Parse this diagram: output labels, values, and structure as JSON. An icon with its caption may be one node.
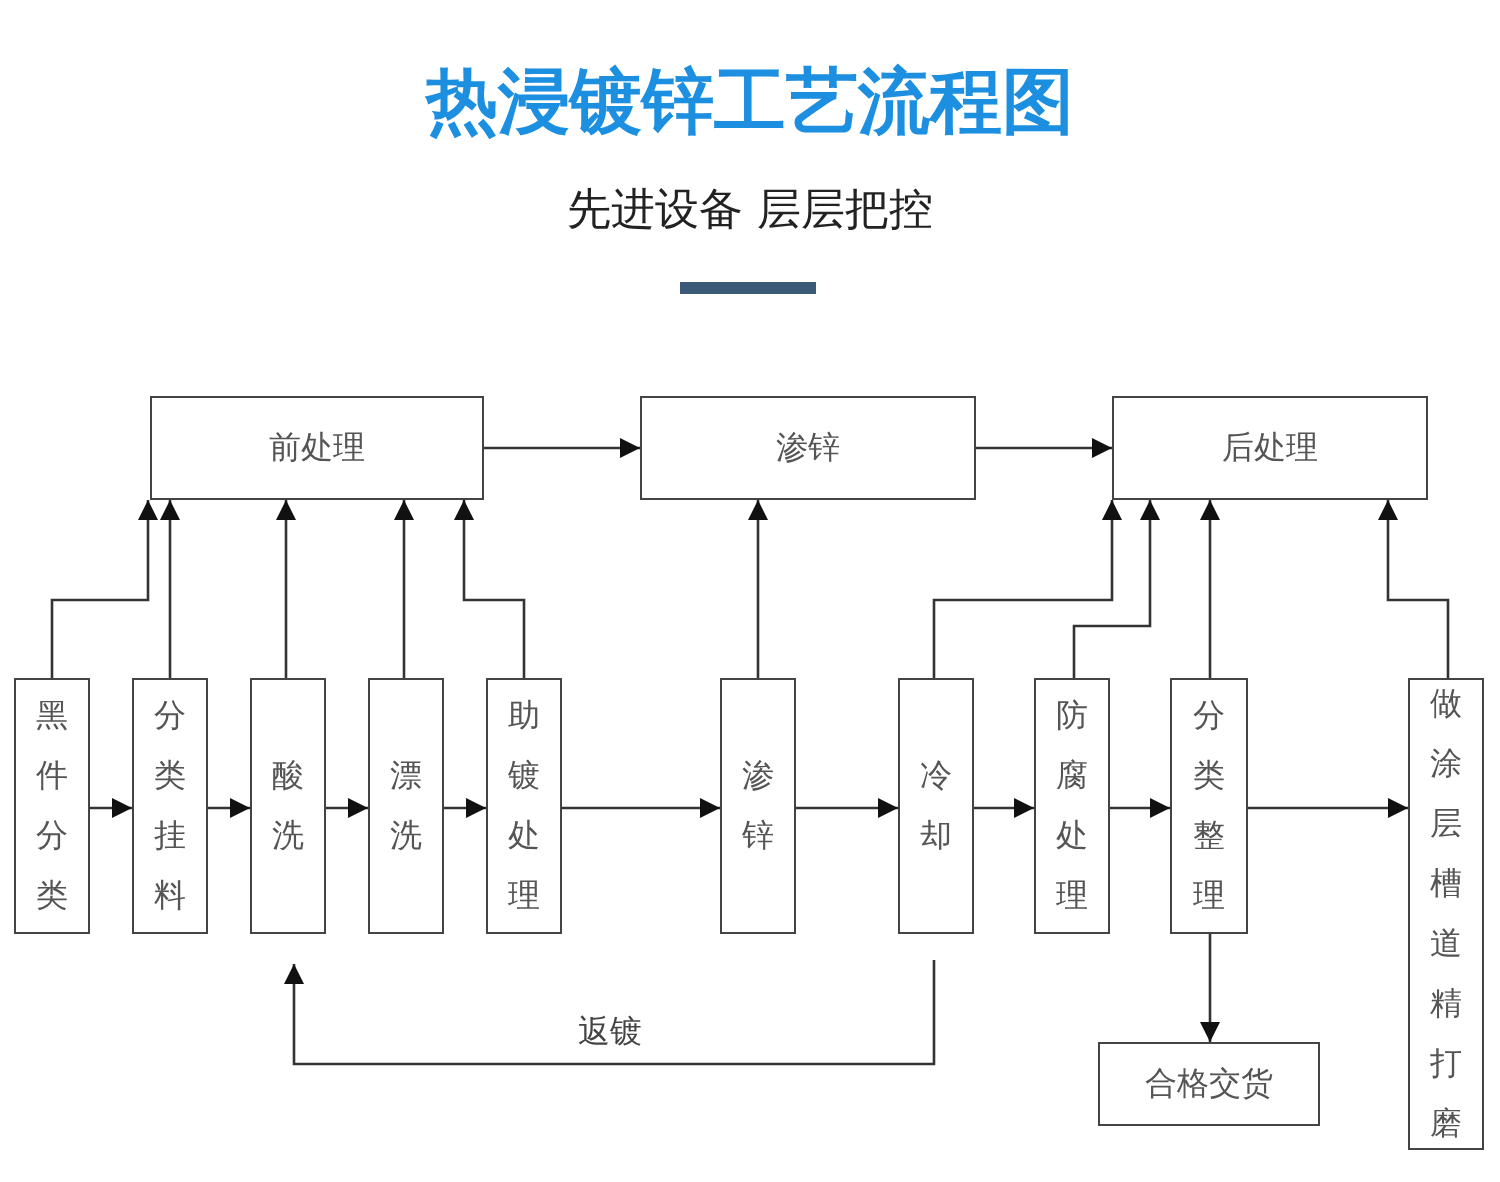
{
  "diagram": {
    "title": "热浸镀锌工艺流程图",
    "nodes": [
      {
        "text": [
          "前处理"
        ]
      },
      {
        "text": [
          "渗锌"
        ]
      },
      {
        "text": [
          "后处理"
        ]
      },
      {
        "text": [
          "黑件分类"
        ]
      },
      {
        "text": [
          "分类挂料"
        ]
      },
      {
        "text": [
          "酸洗"
        ]
      },
      {
        "text": [
          "漂洗"
        ]
      },
      {
        "text": [
          "助镀处理"
        ]
      },
      {
        "text": [
          "渗锌"
        ]
      },
      {
        "text": [
          "冷却"
        ]
      },
      {
        "text": [
          "防腐处理"
        ]
      },
      {
        "text": [
          "分类整理"
        ]
      },
      {
        "text": [
          "做涂层槽道精打磨"
        ]
      },
      {
        "text": [
          "合格交货"
        ]
      }
    ],
    "edges": [
      {
        "from": 0,
        "to": 1,
        "arrow": "to"
      },
      {
        "from": 1,
        "to": 2,
        "arrow": "to"
      },
      {
        "from": 3,
        "to": 4,
        "arrow": "to"
      },
      {
        "from": 4,
        "to": 5,
        "arrow": "to"
      },
      {
        "from": 5,
        "to": 6,
        "arrow": "to"
      },
      {
        "from": 6,
        "to": 7,
        "arrow": "to"
      },
      {
        "from": 7,
        "to": 8,
        "arrow": "to"
      },
      {
        "from": 8,
        "to": 9,
        "arrow": "to"
      },
      {
        "from": 9,
        "to": 10,
        "arrow": "to"
      },
      {
        "from": 10,
        "to": 11,
        "arrow": "to"
      },
      {
        "from": 11,
        "to": 12,
        "arrow": "to"
      },
      {
        "from": 3,
        "to": 0,
        "arrow": "to"
      },
      {
        "from": 4,
        "to": 0,
        "arrow": "to"
      },
      {
        "from": 5,
        "to": 0,
        "arrow": "to"
      },
      {
        "from": 6,
        "to": 0,
        "arrow": "to"
      },
      {
        "from": 7,
        "to": 0,
        "arrow": "to"
      },
      {
        "from": 8,
        "to": 1,
        "arrow": "to"
      },
      {
        "from": 9,
        "to": 2,
        "arrow": "to"
      },
      {
        "from": 10,
        "to": 2,
        "arrow": "to"
      },
      {
        "from": 11,
        "to": 2,
        "arrow": "to"
      },
      {
        "from": 12,
        "to": 2,
        "arrow": "to"
      },
      {
        "from": 11,
        "to": 13,
        "arrow": "to"
      },
      {
        "from": 9,
        "to": 5,
        "arrow": "to",
        "label": "返镀"
      }
    ],
    "labels": [
      "先进设备 层层把控"
    ]
  }
}
